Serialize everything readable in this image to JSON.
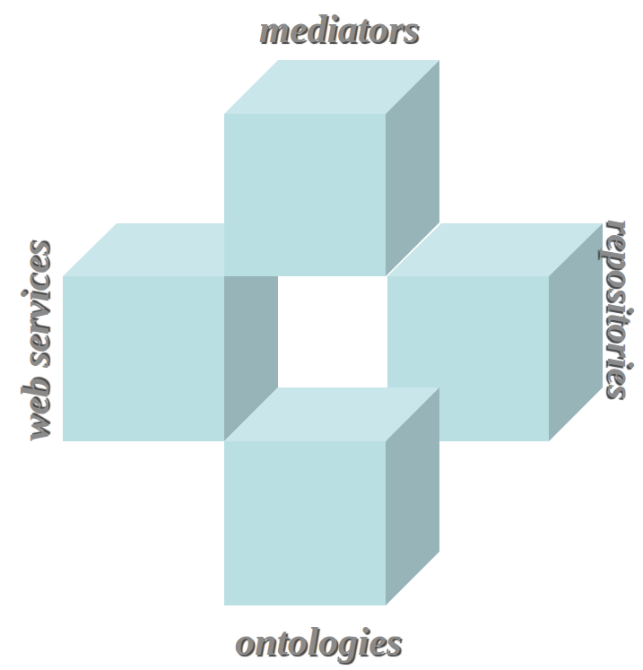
{
  "diagram": {
    "nodes": [
      {
        "text": [
          "mediators"
        ]
      },
      {
        "text": [
          "web services"
        ]
      },
      {
        "text": [
          "repositories"
        ]
      },
      {
        "text": [
          "ontologies"
        ]
      }
    ]
  }
}
